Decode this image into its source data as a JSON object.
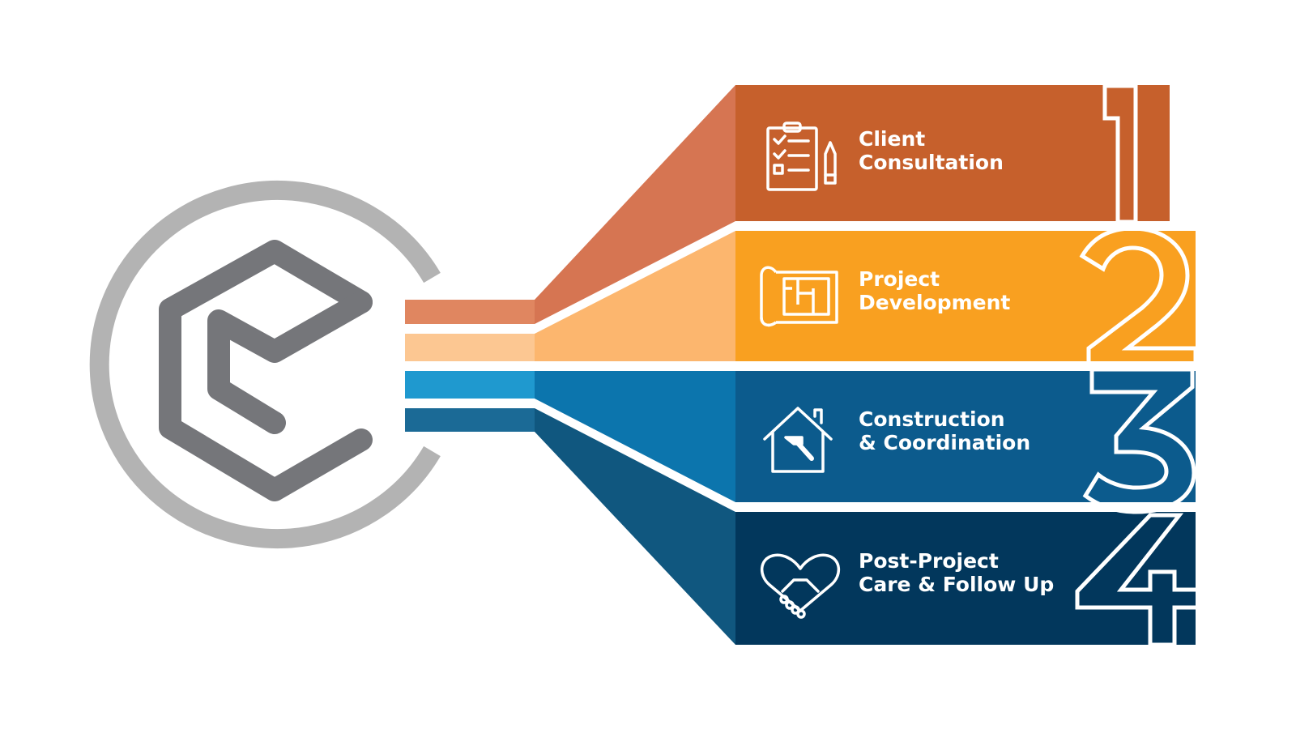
{
  "logo": {
    "name": "hexagon-c-logo-icon",
    "ring_color": "#b3b3b3",
    "mark_color": "#75767a"
  },
  "steps": [
    {
      "number": "1",
      "line1": "Client",
      "line2": "Consultation",
      "icon": "clipboard-checklist-icon",
      "color": "#c6602c",
      "wedge_color": "#d67552",
      "strip_color": "#e08660"
    },
    {
      "number": "2",
      "line1": "Project",
      "line2": "Development",
      "icon": "blueprint-plan-icon",
      "color": "#f9a020",
      "wedge_color": "#fcb66e",
      "strip_color": "#fcc792"
    },
    {
      "number": "3",
      "line1": "Construction",
      "line2": "& Coordination",
      "icon": "house-hammer-icon",
      "color": "#0c5b8d",
      "wedge_color": "#0c75ad",
      "strip_color": "#1f99cf"
    },
    {
      "number": "4",
      "line1": "Post-Project",
      "line2": "Care & Follow Up",
      "icon": "heart-handshake-icon",
      "color": "#02375c",
      "wedge_color": "#10577f",
      "strip_color": "#1b6a96"
    }
  ]
}
